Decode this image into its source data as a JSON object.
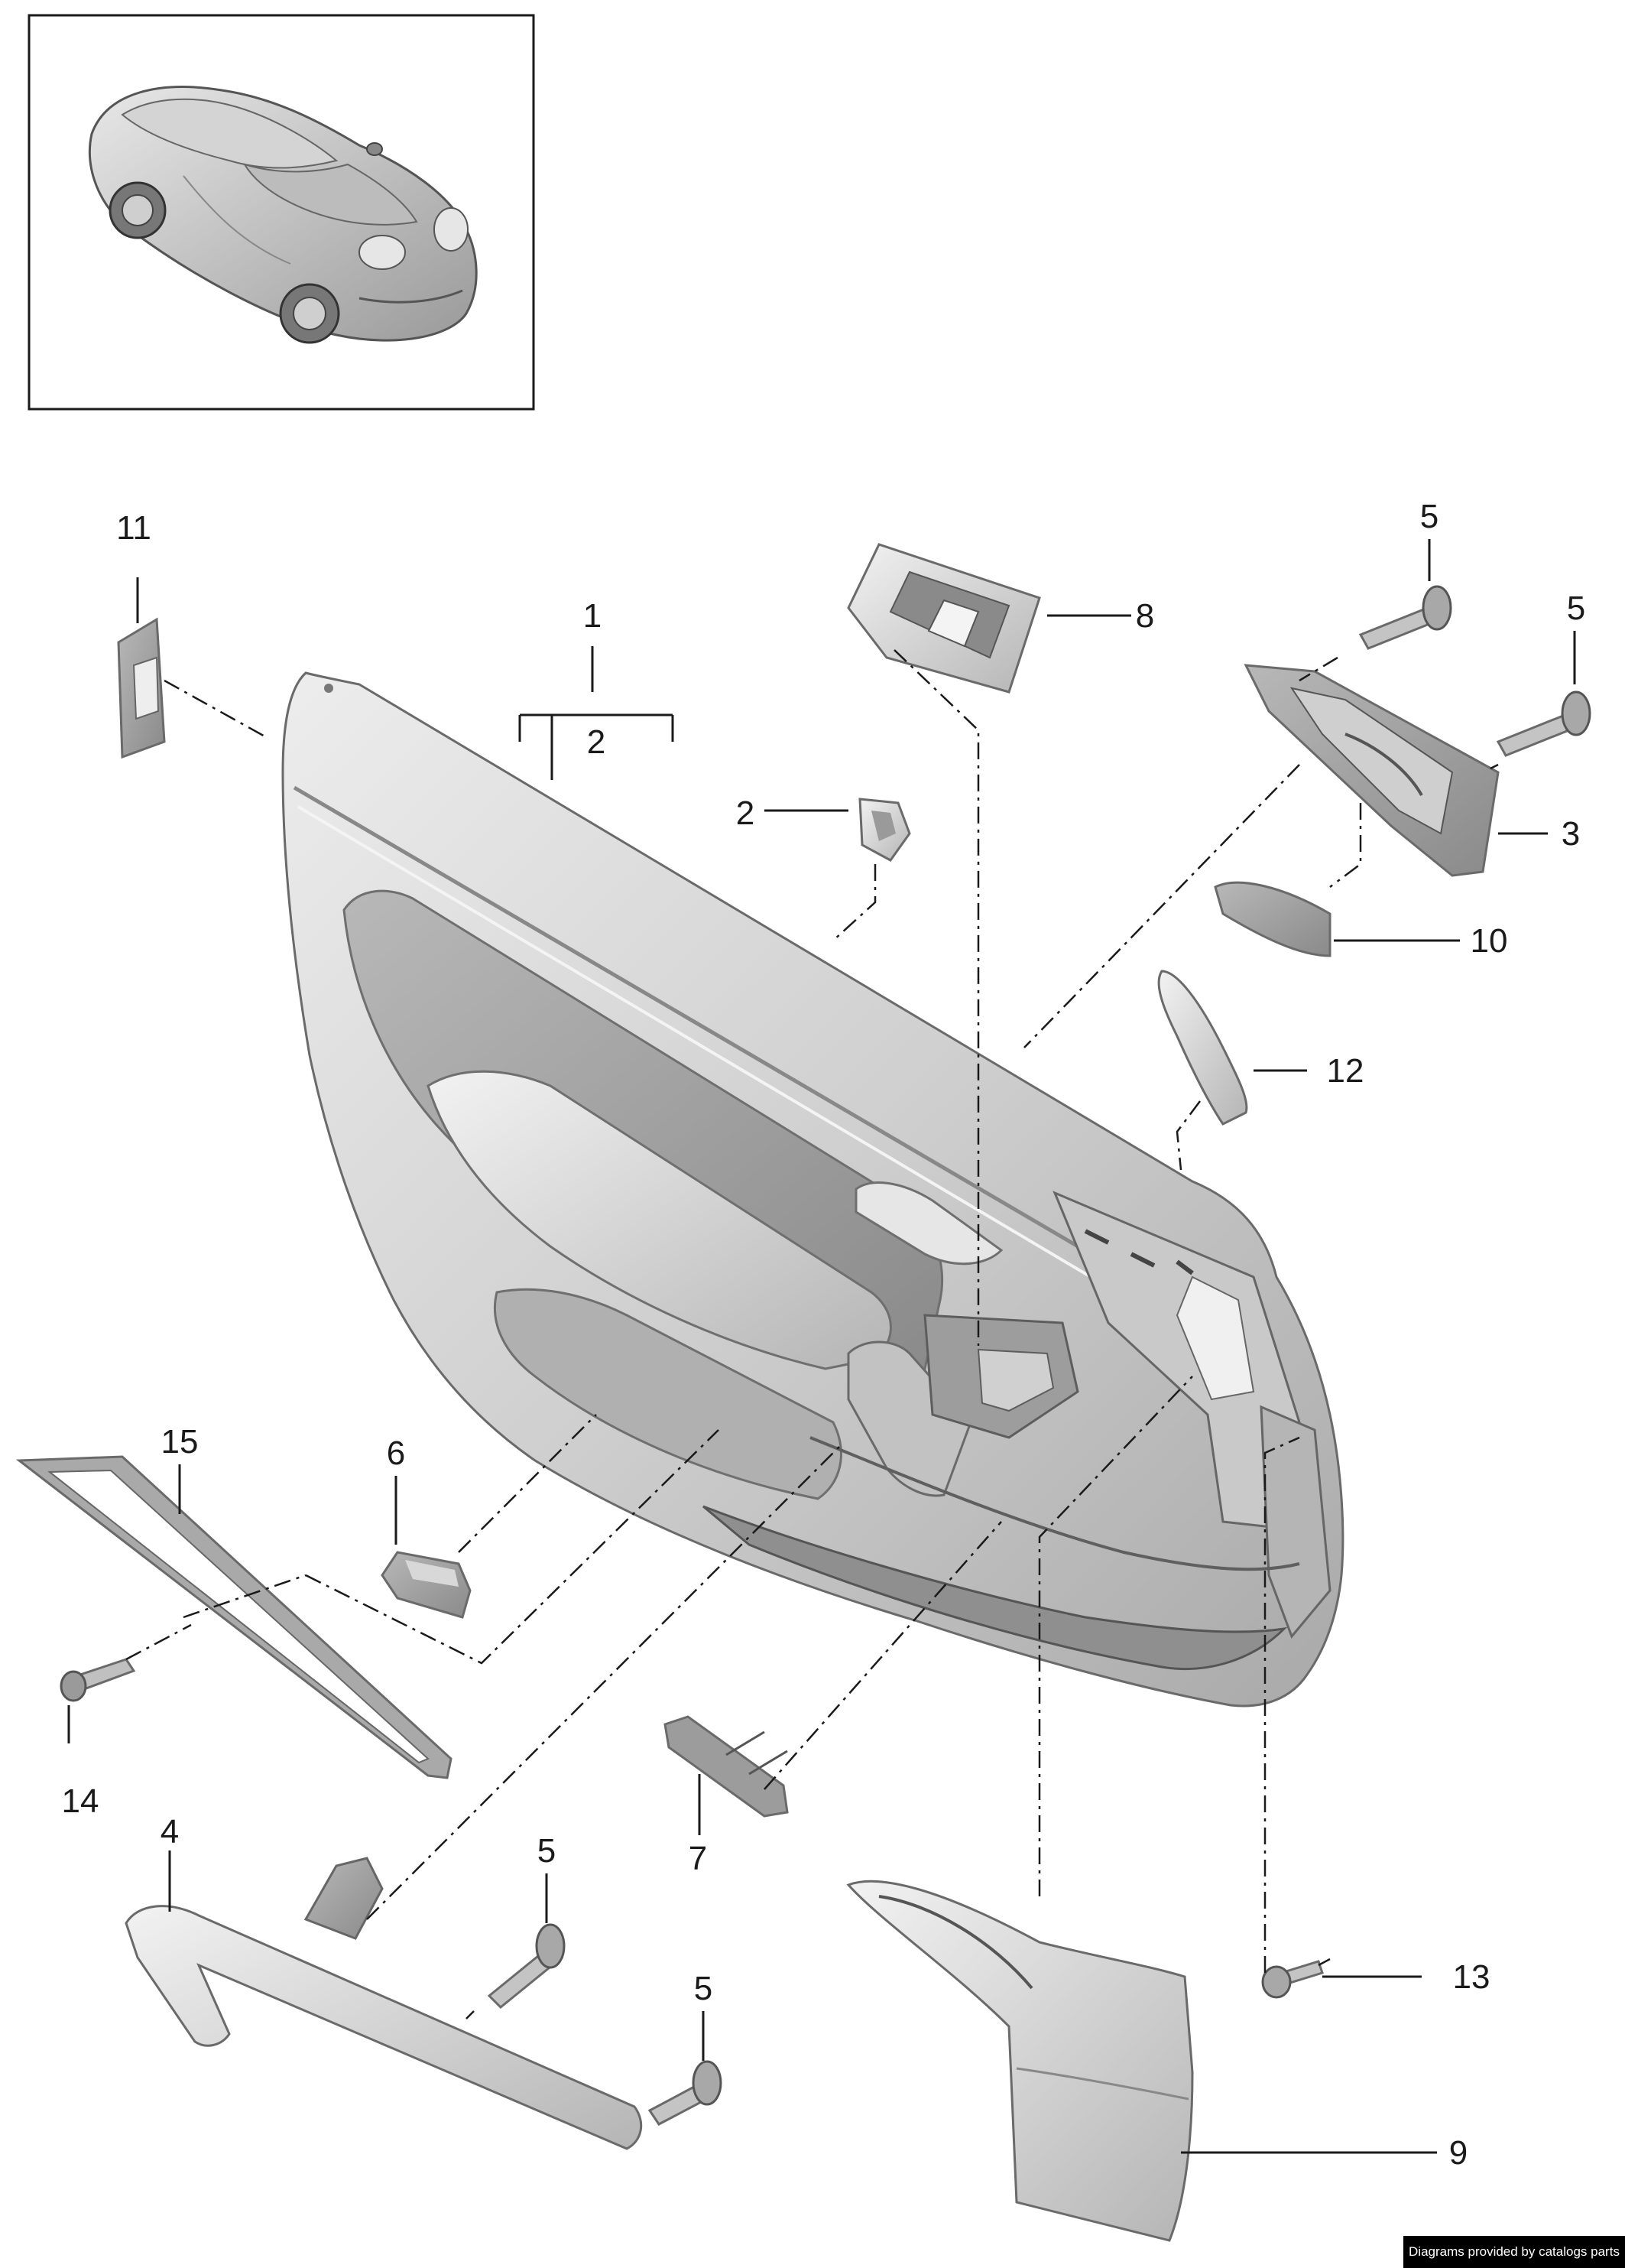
{
  "callouts": [
    {
      "label": "1"
    },
    {
      "label": "2"
    },
    {
      "label": "2"
    },
    {
      "label": "3"
    },
    {
      "label": "4"
    },
    {
      "label": "5"
    },
    {
      "label": "5"
    },
    {
      "label": "5"
    },
    {
      "label": "5"
    },
    {
      "label": "6"
    },
    {
      "label": "7"
    },
    {
      "label": "8"
    },
    {
      "label": "9"
    },
    {
      "label": "10"
    },
    {
      "label": "11"
    },
    {
      "label": "12"
    },
    {
      "label": "13"
    },
    {
      "label": "14"
    },
    {
      "label": "15"
    }
  ],
  "credit": "Diagrams provided by catalogs parts"
}
